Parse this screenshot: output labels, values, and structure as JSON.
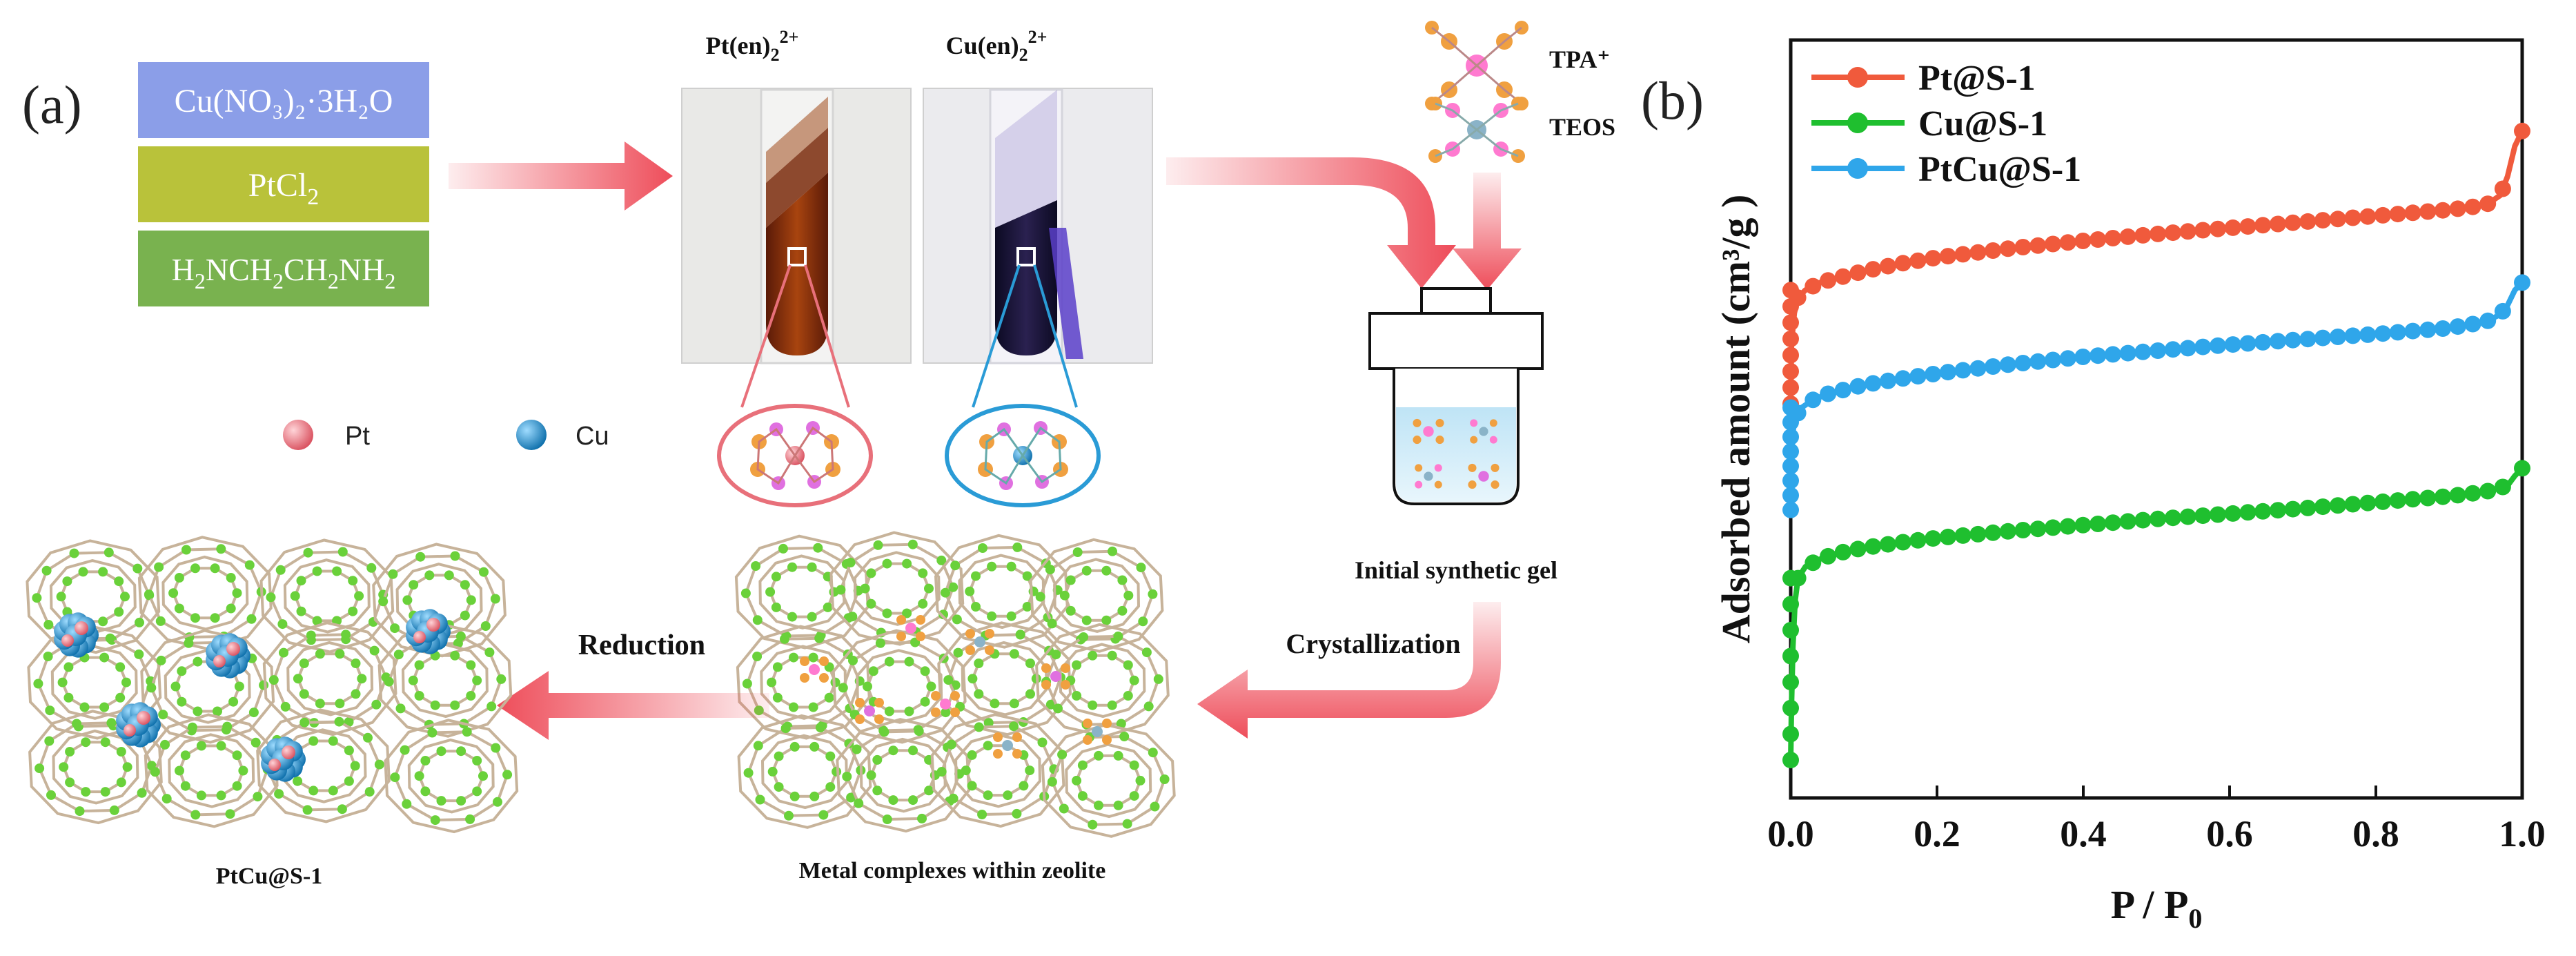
{
  "colors": {
    "arrow": "#ee4d5a",
    "reagent_cu": "#8b9ee8",
    "reagent_pt": "#b9c23a",
    "reagent_en": "#79b24f",
    "pt_atom": "#e8707a",
    "cu_atom": "#1e8fd0",
    "framework_strut": "#c7b39a",
    "framework_node": "#6ad13a",
    "line_pt": "#f05a3c",
    "line_cu": "#1fbf2f",
    "line_ptcu": "#2fa6ea"
  },
  "panel_a": {
    "label": "(a)",
    "reagents": [
      {
        "text": "Cu(NO₃)₂·3H₂O"
      },
      {
        "text": "PtCl",
        "sub": "2"
      },
      {
        "text": "H",
        "sub": "2",
        "text2": "NCH",
        "sub2": "2",
        "text3": "CH",
        "sub3": "2",
        "text4": "NH",
        "sub4": "2"
      }
    ],
    "complex_pt": {
      "base": "Pt(en)",
      "sub": "2",
      "sup": "2+"
    },
    "complex_cu": {
      "base": "Cu(en)",
      "sub": "2",
      "sup": "2+"
    },
    "legend_pt": "Pt",
    "legend_cu": "Cu",
    "tpa": "TPA⁺",
    "teos": "TEOS",
    "gel_label": "Initial synthetic gel",
    "crystallization": "Crystallization",
    "metal_complex_label": "Metal complexes within zeolite",
    "reduction": "Reduction",
    "product_label": "PtCu@S-1"
  },
  "panel_b": {
    "label": "(b)"
  },
  "chart_data": {
    "type": "line",
    "xlabel": "P / P",
    "xlabel_sub": "0",
    "ylabel": "Adsorbed amount (cm³/g )",
    "xlim": [
      0.0,
      1.0
    ],
    "xticks": [
      "0.0",
      "0.2",
      "0.4",
      "0.6",
      "0.8",
      "1.0"
    ],
    "xtick_values": [
      0.0,
      0.2,
      0.4,
      0.6,
      0.8,
      1.0
    ],
    "ylim": [
      0,
      100
    ],
    "legend_position": "top-left",
    "series": [
      {
        "name": "Pt@S-1",
        "color": "#f05a3c",
        "x": [
          0.0,
          0.001,
          0.005,
          0.01,
          0.02,
          0.04,
          0.06,
          0.1,
          0.15,
          0.2,
          0.3,
          0.4,
          0.5,
          0.6,
          0.7,
          0.8,
          0.9,
          0.95,
          0.97,
          0.98,
          0.99,
          1.0
        ],
        "y": [
          52,
          60,
          64,
          66,
          67,
          68,
          68.5,
          69.5,
          70.5,
          71.3,
          72.5,
          73.5,
          74.4,
          75.2,
          76,
          76.8,
          77.6,
          78.2,
          79.5,
          82,
          86,
          88
        ]
      },
      {
        "name": "Cu@S-1",
        "color": "#1fbf2f",
        "x": [
          0.0,
          0.001,
          0.003,
          0.006,
          0.01,
          0.02,
          0.04,
          0.06,
          0.1,
          0.15,
          0.2,
          0.3,
          0.4,
          0.5,
          0.6,
          0.7,
          0.8,
          0.9,
          0.95,
          0.98,
          0.99,
          1.0
        ],
        "y": [
          5,
          12,
          20,
          26,
          29,
          30.5,
          31.5,
          32.2,
          33,
          33.7,
          34.3,
          35.2,
          36,
          36.8,
          37.5,
          38.2,
          39,
          39.8,
          40.4,
          41.2,
          42.5,
          43.5
        ]
      },
      {
        "name": "PtCu@S-1",
        "color": "#2fa6ea",
        "x": [
          0.0,
          0.001,
          0.004,
          0.008,
          0.015,
          0.03,
          0.05,
          0.1,
          0.15,
          0.2,
          0.3,
          0.4,
          0.5,
          0.6,
          0.7,
          0.8,
          0.9,
          0.95,
          0.97,
          0.98,
          0.99,
          1.0
        ],
        "y": [
          38,
          46,
          49,
          50.5,
          51.5,
          52.5,
          53.3,
          54.5,
          55.3,
          56,
          57.2,
          58.2,
          59,
          59.8,
          60.5,
          61.2,
          62,
          62.8,
          63.8,
          65,
          67,
          68
        ]
      }
    ]
  }
}
